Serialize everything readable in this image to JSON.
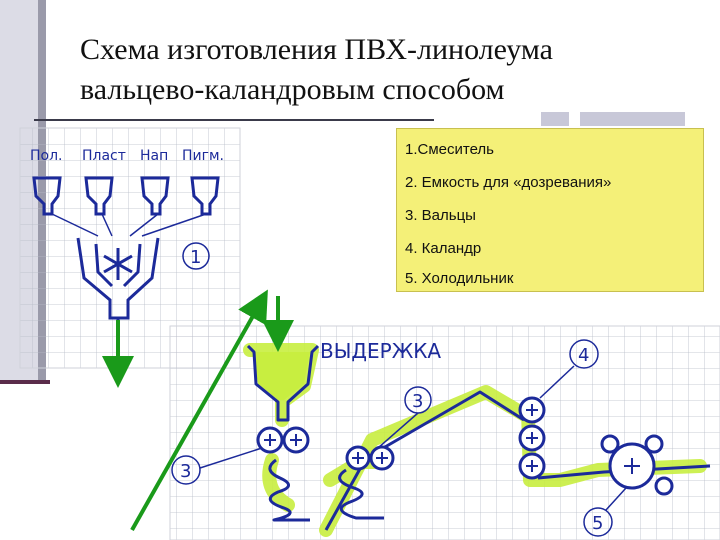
{
  "title": {
    "line1": "Схема изготовления ПВХ-линолеума",
    "line2": "вальцево-каландровым способом"
  },
  "legend": {
    "items": [
      "1.Смеситель",
      "2. Емкость для «дозревания»",
      "3. Вальцы",
      "4. Каландр",
      "5. Холодильник"
    ]
  },
  "sketch_top": {
    "labels": [
      "Пол.",
      "Пласт",
      "Нап",
      "Пигм."
    ],
    "callout": "1"
  },
  "sketch_bottom": {
    "label": "ВЫДЕРЖКА",
    "callouts": [
      "3",
      "3",
      "4",
      "5"
    ]
  },
  "colors": {
    "ink": "#1c2a9a",
    "highlight": "#c8ee40",
    "arrow": "#1a9a1a",
    "legend_bg": "#f4f078"
  }
}
